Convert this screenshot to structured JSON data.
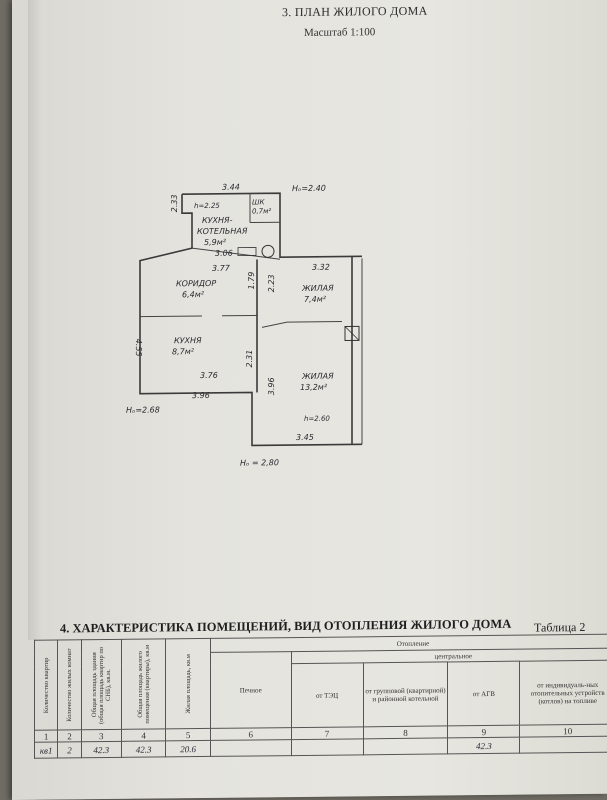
{
  "header": {
    "section_title": "3. ПЛАН ЖИЛОГО ДОМА",
    "scale": "Масштаб 1:100"
  },
  "plan": {
    "dims": {
      "top_width": "3.44",
      "left_top": "2.33",
      "kitchen_width": "3.06",
      "corridor_width": "3.77",
      "door_small": "1.79",
      "inner_223": "2.23",
      "right_top": "3.32",
      "left_height": "4.55",
      "kitchen_mid": "2.31",
      "kitchen_bottom": "3.76",
      "outer_bottom": "3.96",
      "right_vertical": "3.96",
      "room_bottom": "3.45"
    },
    "heights": {
      "h_top_right": "Hₒ=2.40",
      "h_kitchen": "h=2.25",
      "h_room": "h=2.60",
      "h_left": "Hₒ=2.68",
      "h_bottom": "Hₒ = 2,80"
    },
    "rooms": {
      "closet_name": "ШК",
      "closet_area": "0,7м²",
      "boiler_name_1": "КУХНЯ-",
      "boiler_name_2": "КОТЕЛЬНАЯ",
      "boiler_area": "5,9м²",
      "corridor_name": "КОРИДОР",
      "corridor_area": "6,4м²",
      "living1_name": "ЖИЛАЯ",
      "living1_area": "7,4м²",
      "kitchen_name": "КУХНЯ",
      "kitchen_area": "8,7м²",
      "living2_name": "ЖИЛАЯ",
      "living2_area": "13,2м²"
    }
  },
  "section4": {
    "title": "4. ХАРАКТЕРИСТИКА ПОМЕЩЕНИЙ, ВИД ОТОПЛЕНИЯ ЖИЛОГО ДОМА",
    "table_label": "Таблица 2",
    "headers": {
      "c1": "Количество квартир",
      "c2": "Количество жилых комнат",
      "c3": "Общая площадь здания (общая площадь квартир по СНБ), кв.м.",
      "c4": "Общая площадь жилого помещения (квартиры), кв.м",
      "c5": "Жилая площадь, кв.м",
      "heating": "Отопление",
      "c6": "Печное",
      "central": "центральное",
      "c7": "от ТЭЦ",
      "c8": "от групповой (квартирной) и районной котельной",
      "c9": "от АГВ",
      "c10": "от индивидуаль-ных отопительных устройств (котлов) на топливе"
    },
    "col_numbers": [
      "1",
      "2",
      "3",
      "4",
      "5",
      "6",
      "7",
      "8",
      "9",
      "10"
    ],
    "row": {
      "c1": "кв1",
      "c2": "2",
      "c3": "42.3",
      "c4": "42.3",
      "c5": "20.6",
      "c6": "",
      "c7": "",
      "c8": "",
      "c9": "42.3",
      "c10": ""
    }
  }
}
